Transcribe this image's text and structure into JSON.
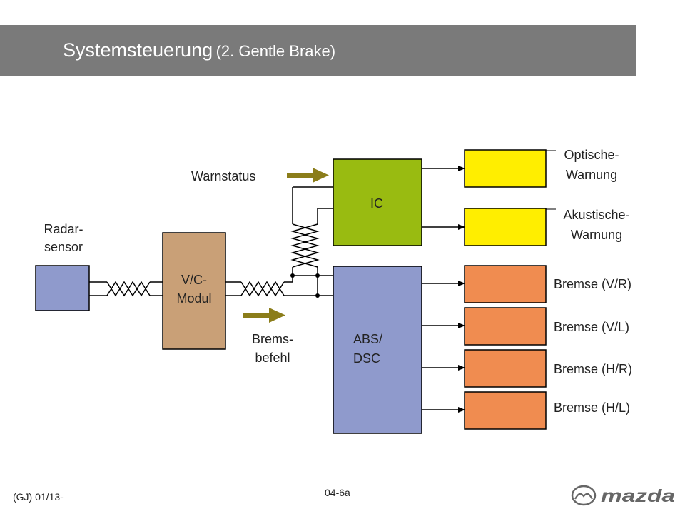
{
  "header": {
    "title_main": "Systemsteuerung",
    "title_sub": "(2. Gentle Brake)"
  },
  "diagram": {
    "radar": {
      "label_line1": "Radar-",
      "label_line2": "sensor"
    },
    "vc_module": {
      "label_line1": "V/C-",
      "label_line2": "Modul"
    },
    "ic": {
      "label": "IC"
    },
    "abs_dsc": {
      "label_line1": "ABS/",
      "label_line2": "DSC"
    },
    "warnstatus": {
      "label": "Warnstatus"
    },
    "brake_command": {
      "label_line1": "Brems-",
      "label_line2": "befehl"
    },
    "outputs": {
      "optical": {
        "label_line1": "Optische-",
        "label_line2": "Warnung"
      },
      "acoustic": {
        "label_line1": "Akustische-",
        "label_line2": "Warnung"
      },
      "brakes": [
        "Bremse (V/R)",
        "Bremse (V/L)",
        "Bremse (H/R)",
        "Bremse (H/L)"
      ]
    },
    "colors": {
      "radar": "#8f9acc",
      "vc_module": "#c9a077",
      "ic": "#99bb11",
      "abs_dsc": "#8f9acc",
      "warning": "#ffee00",
      "brake": "#f08c50",
      "arrow": "#8b7d1a"
    }
  },
  "footer": {
    "left": "(GJ) 01/13-",
    "center": "04-6a",
    "brand": "mazda"
  }
}
